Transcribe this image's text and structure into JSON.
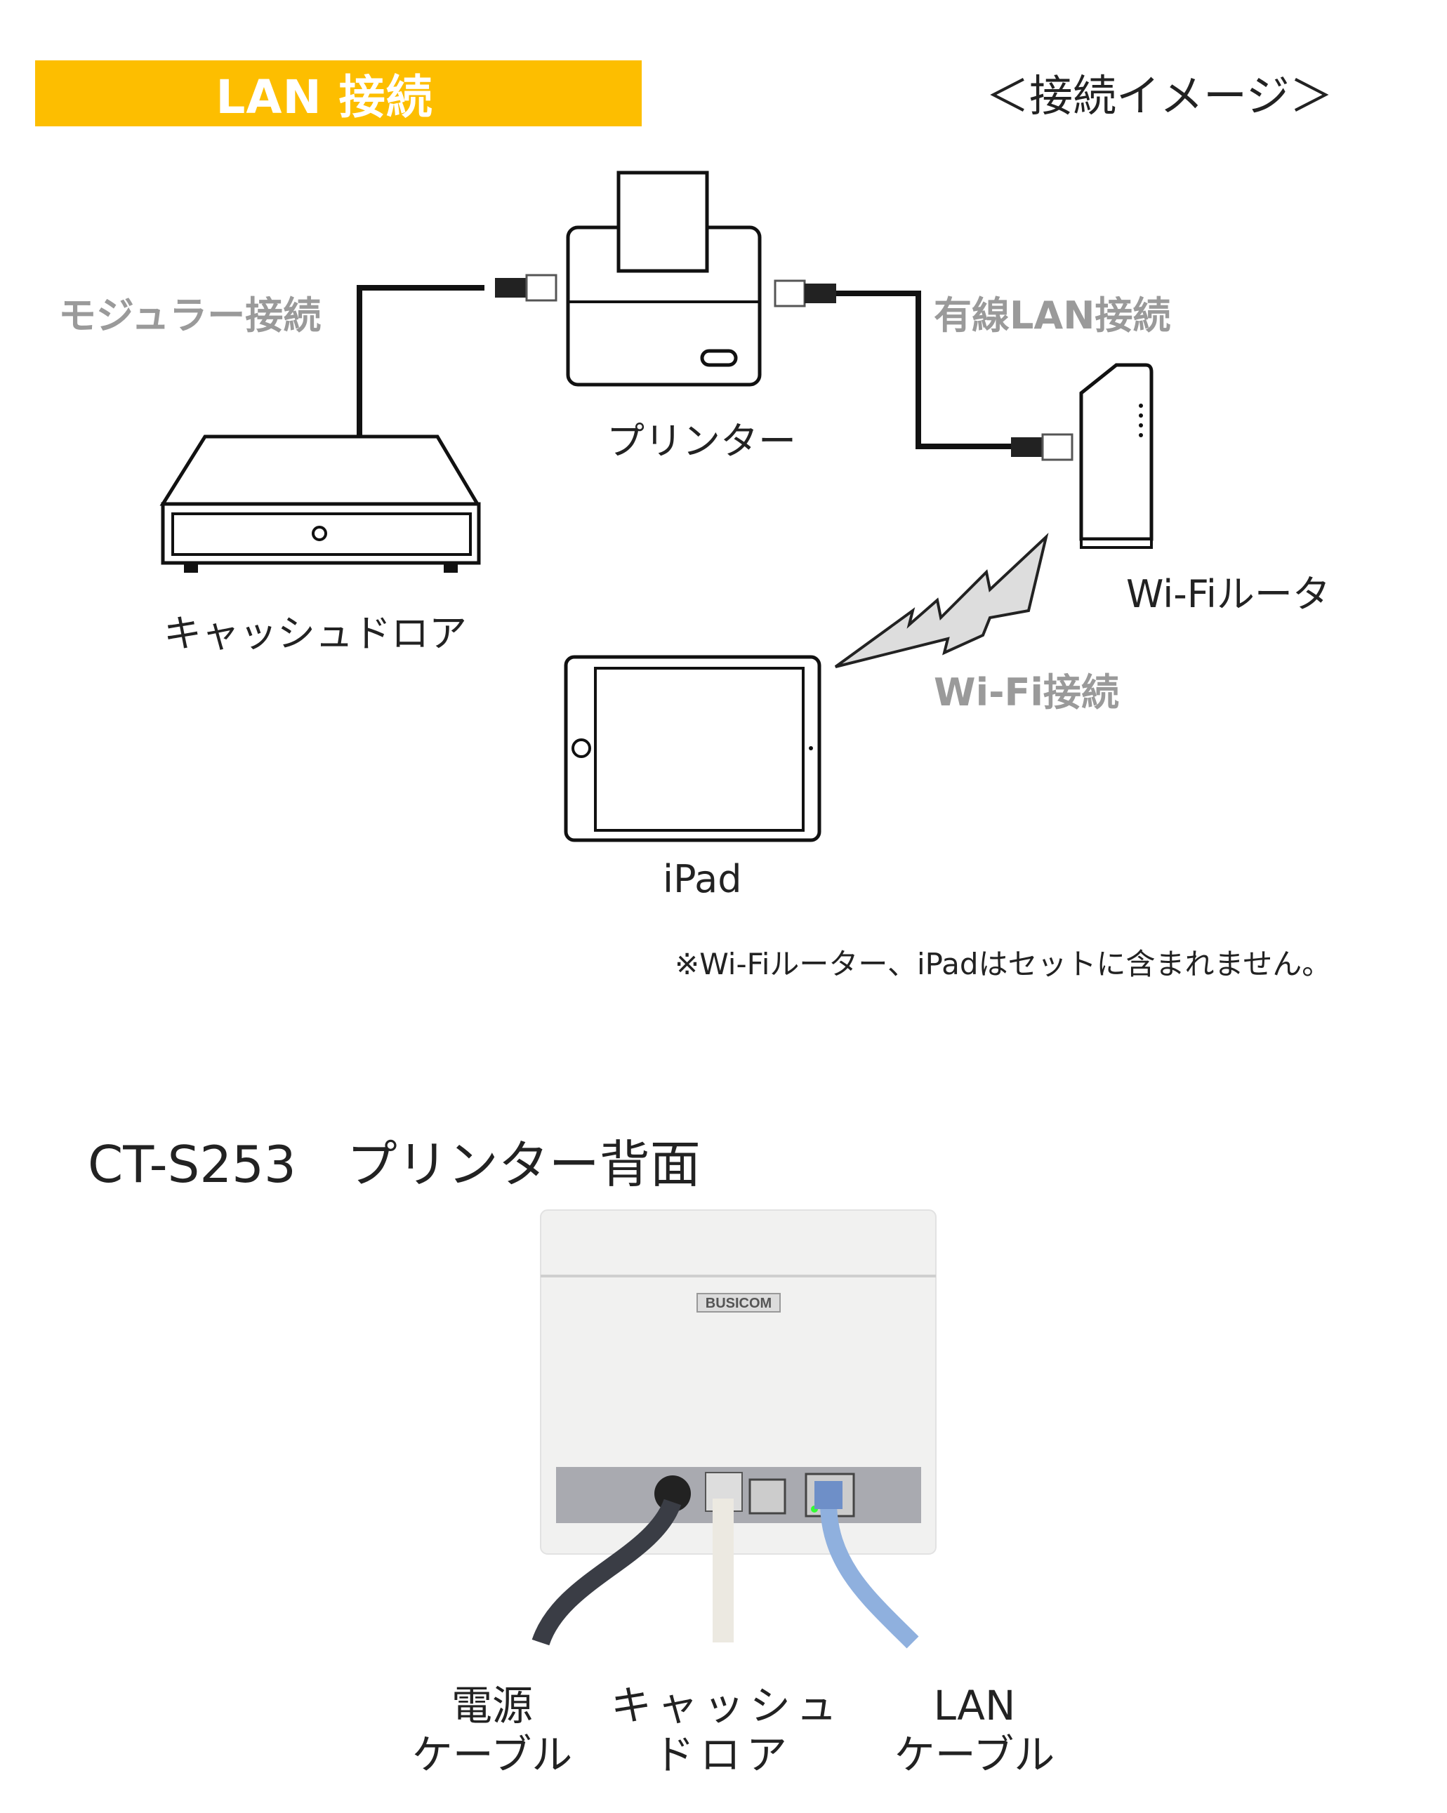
{
  "header": {
    "banner_title": "LAN 接続",
    "image_caption": "＜接続イメージ＞"
  },
  "diagram": {
    "modular_label": "モジュラー接続",
    "wired_lan_label": "有線LAN接続",
    "printer_label": "プリンター",
    "cash_drawer_label": "キャッシュドロア",
    "router_label": "Wi-Fiルータ",
    "wifi_label": "Wi-Fi接続",
    "ipad_label": "iPad",
    "note": "※Wi-Fiルーター、iPadはセットに含まれません。"
  },
  "rear": {
    "title": "CT-S253　プリンター背面",
    "brand": "BUSICOM",
    "labels": [
      {
        "line1": "電源",
        "line2": "ケーブル"
      },
      {
        "line1": "キャッシュ",
        "line2": "ドロア"
      },
      {
        "line1": "LAN",
        "line2": "ケーブル"
      }
    ]
  },
  "colors": {
    "banner": "#fdbe00",
    "accent_gray": "#9a9a9a",
    "lan_cable": "#8fb0de",
    "power_cable": "#3a3d45"
  }
}
